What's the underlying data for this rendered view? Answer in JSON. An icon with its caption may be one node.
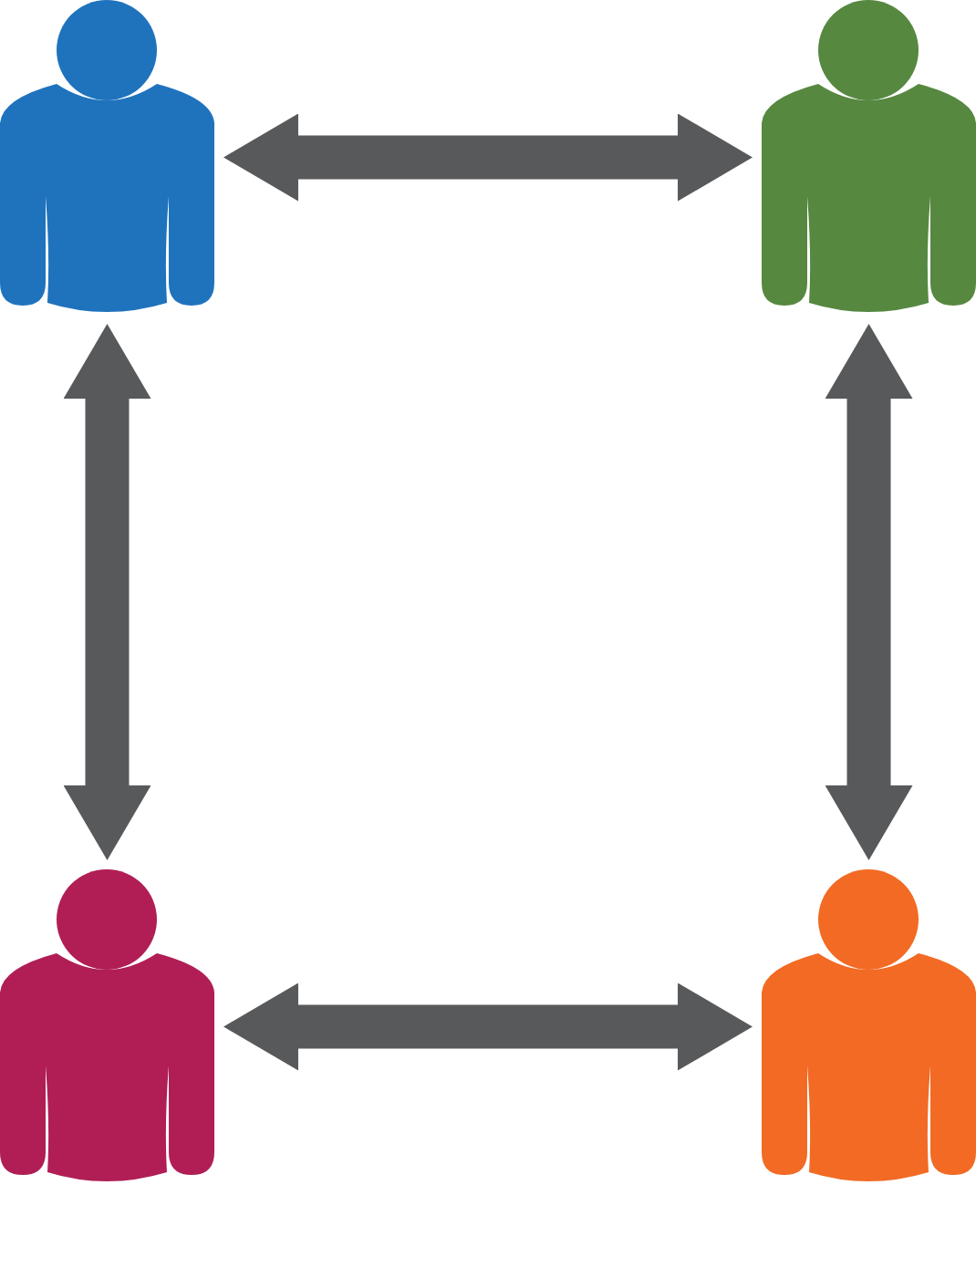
{
  "diagram": {
    "nodes": [
      {
        "text": [],
        "shape": "person"
      },
      {
        "text": [],
        "shape": "person"
      },
      {
        "text": [],
        "shape": "person"
      },
      {
        "text": [],
        "shape": "person"
      }
    ],
    "edges": [
      {
        "from": 0,
        "to": 1,
        "arrow": "both"
      },
      {
        "from": 0,
        "to": 2,
        "arrow": "both"
      },
      {
        "from": 1,
        "to": 3,
        "arrow": "both"
      },
      {
        "from": 2,
        "to": 3,
        "arrow": "both"
      }
    ]
  }
}
